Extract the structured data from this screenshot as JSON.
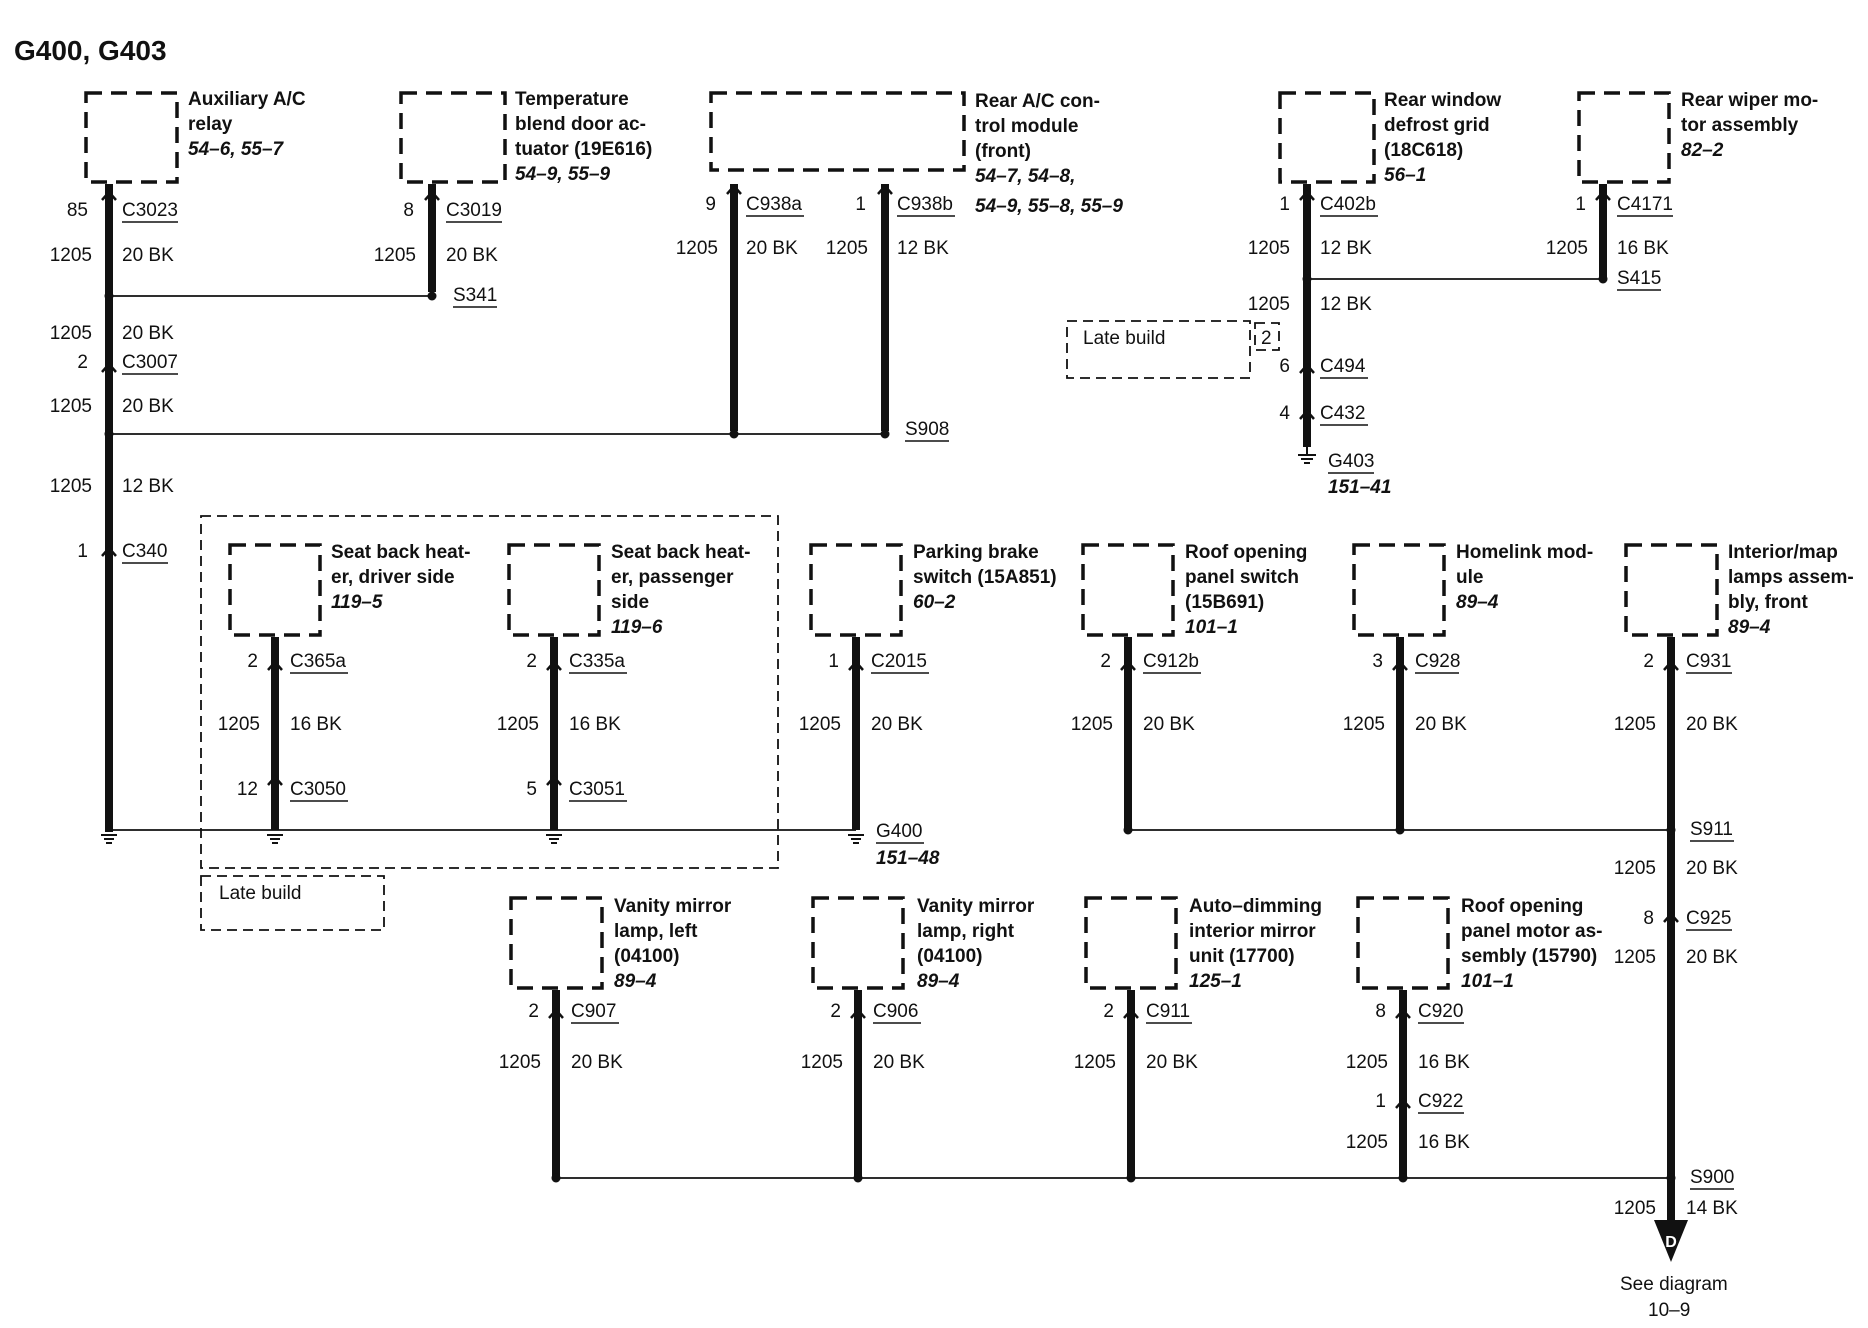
{
  "title": "G400, G403",
  "components": {
    "aux_ac_relay": {
      "name": [
        "Auxiliary A/C",
        "relay"
      ],
      "ref": "54–6, 55–7"
    },
    "temp_blend": {
      "name": [
        "Temperature",
        "blend door ac-",
        "tuator (19E616)"
      ],
      "ref": "54–9, 55–9"
    },
    "rear_ac_module": {
      "name": [
        "Rear A/C con-",
        "trol module",
        "(front)"
      ],
      "ref": [
        "54–7, 54–8,",
        "54–9, 55–8, 55–9"
      ]
    },
    "rear_window_defrost": {
      "name": [
        "Rear window",
        "defrost grid",
        "(18C618)"
      ],
      "ref": "56–1"
    },
    "rear_wiper": {
      "name": [
        "Rear wiper mo-",
        "tor assembly"
      ],
      "ref": "82–2"
    },
    "seat_heater_driver": {
      "name": [
        "Seat back heat-",
        "er, driver side"
      ],
      "ref": "119–5"
    },
    "seat_heater_passenger": {
      "name": [
        "Seat back heat-",
        "er, passenger",
        "side"
      ],
      "ref": "119–6"
    },
    "parking_brake": {
      "name": [
        "Parking brake",
        "switch (15A851)"
      ],
      "ref": "60–2"
    },
    "roof_switch": {
      "name": [
        "Roof opening",
        "panel switch",
        "(15B691)"
      ],
      "ref": "101–1"
    },
    "homelink": {
      "name": [
        "Homelink mod-",
        "ule"
      ],
      "ref": "89–4"
    },
    "interior_lamps": {
      "name": [
        "Interior/map",
        "lamps assem-",
        "bly, front"
      ],
      "ref": "89–4"
    },
    "vanity_left": {
      "name": [
        "Vanity mirror",
        "lamp, left",
        "(04100)"
      ],
      "ref": "89–4"
    },
    "vanity_right": {
      "name": [
        "Vanity mirror",
        "lamp, right",
        "(04100)"
      ],
      "ref": "89–4"
    },
    "auto_dim_mirror": {
      "name": [
        "Auto–dimming",
        "interior mirror",
        "unit (17700)"
      ],
      "ref": "125–1"
    },
    "roof_motor": {
      "name": [
        "Roof opening",
        "panel motor as-",
        "sembly (15790)"
      ],
      "ref": "101–1"
    }
  },
  "connectors": {
    "c3023": {
      "pin": "85",
      "id": "C3023"
    },
    "c3007": {
      "pin": "2",
      "id": "C3007"
    },
    "c340": {
      "pin": "1",
      "id": "C340"
    },
    "c3019": {
      "pin": "8",
      "id": "C3019"
    },
    "c938a": {
      "pin": "9",
      "id": "C938a"
    },
    "c938b": {
      "pin": "1",
      "id": "C938b"
    },
    "c402b": {
      "pin": "1",
      "id": "C402b"
    },
    "c4171": {
      "pin": "1",
      "id": "C4171"
    },
    "c494": {
      "pin": "6",
      "id": "C494"
    },
    "c432": {
      "pin": "4",
      "id": "C432"
    },
    "c365a": {
      "pin": "2",
      "id": "C365a"
    },
    "c3050": {
      "pin": "12",
      "id": "C3050"
    },
    "c335a": {
      "pin": "2",
      "id": "C335a"
    },
    "c3051": {
      "pin": "5",
      "id": "C3051"
    },
    "c2015": {
      "pin": "1",
      "id": "C2015"
    },
    "c912b": {
      "pin": "2",
      "id": "C912b"
    },
    "c928": {
      "pin": "3",
      "id": "C928"
    },
    "c931": {
      "pin": "2",
      "id": "C931"
    },
    "c925": {
      "pin": "8",
      "id": "C925"
    },
    "c907": {
      "pin": "2",
      "id": "C907"
    },
    "c906": {
      "pin": "2",
      "id": "C906"
    },
    "c911": {
      "pin": "2",
      "id": "C911"
    },
    "c920": {
      "pin": "8",
      "id": "C920"
    },
    "c922": {
      "pin": "1",
      "id": "C922"
    }
  },
  "wires": {
    "circuit": "1205",
    "bk20": "20 BK",
    "bk12": "12 BK",
    "bk16": "16 BK",
    "bk14": "14 BK"
  },
  "splices": {
    "s341": "S341",
    "s908": "S908",
    "s415": "S415",
    "s911": "S911",
    "s900": "S900"
  },
  "grounds": {
    "g403": {
      "id": "G403",
      "ref": "151–41"
    },
    "g400": {
      "id": "G400",
      "ref": "151–48"
    }
  },
  "late_build": "Late build",
  "late_build_pin": "2",
  "offpage": {
    "letter": "D",
    "text": "See diagram",
    "ref": "10–9"
  }
}
